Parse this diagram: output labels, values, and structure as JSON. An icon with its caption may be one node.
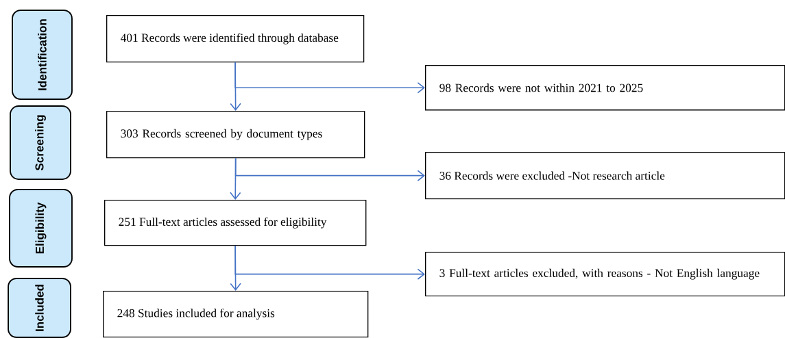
{
  "diagram": {
    "nodes": [
      {
        "text": [
          "Identification"
        ]
      },
      {
        "text": [
          "Screening"
        ]
      },
      {
        "text": [
          "Eligibility"
        ]
      },
      {
        "text": [
          "Included"
        ]
      },
      {
        "text": [
          "401 Records were identified through database"
        ]
      },
      {
        "text": [
          "303 Records screened by document types"
        ]
      },
      {
        "text": [
          "251 Full-text articles assessed for eligibility"
        ]
      },
      {
        "text": [
          "248 Studies included for analysis"
        ]
      },
      {
        "text": [
          "98 Records were not within 2021 to 2025"
        ]
      },
      {
        "text": [
          "36 Records were excluded -Not research article"
        ]
      },
      {
        "text": [
          "3 Full-text articles excluded, with reasons - Not English language"
        ]
      }
    ],
    "edges": [
      {
        "from": 4,
        "to": 5,
        "arrow": "to"
      },
      {
        "from": 4,
        "to": 8,
        "arrow": "to"
      },
      {
        "from": 5,
        "to": 6,
        "arrow": "to"
      },
      {
        "from": 5,
        "to": 9,
        "arrow": "to"
      },
      {
        "from": 6,
        "to": 7,
        "arrow": "to"
      },
      {
        "from": 6,
        "to": 10,
        "arrow": "to"
      }
    ]
  }
}
